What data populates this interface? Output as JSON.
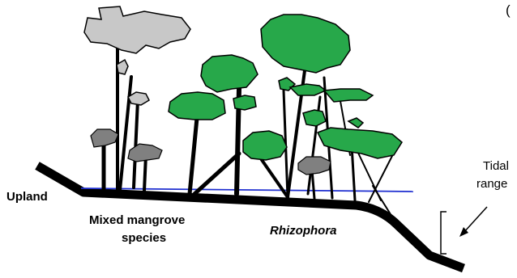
{
  "labels": {
    "upland": "Upland",
    "mixed_line1": "Mixed mangrove",
    "mixed_line2": "species",
    "rhizophora": "Rhizophora",
    "tidal_line1": "Tidal",
    "tidal_line2": "range",
    "corner_fragment": "("
  },
  "colors": {
    "grey_canopy": "#c8c8c8",
    "dark_grey_canopy": "#808080",
    "green_canopy": "#27a84a",
    "ground": "#000000",
    "water_line": "#1f2fd0",
    "outline": "#000000"
  },
  "icons": [
    "tidal-range-arrow-icon",
    "tidal-range-bracket"
  ]
}
